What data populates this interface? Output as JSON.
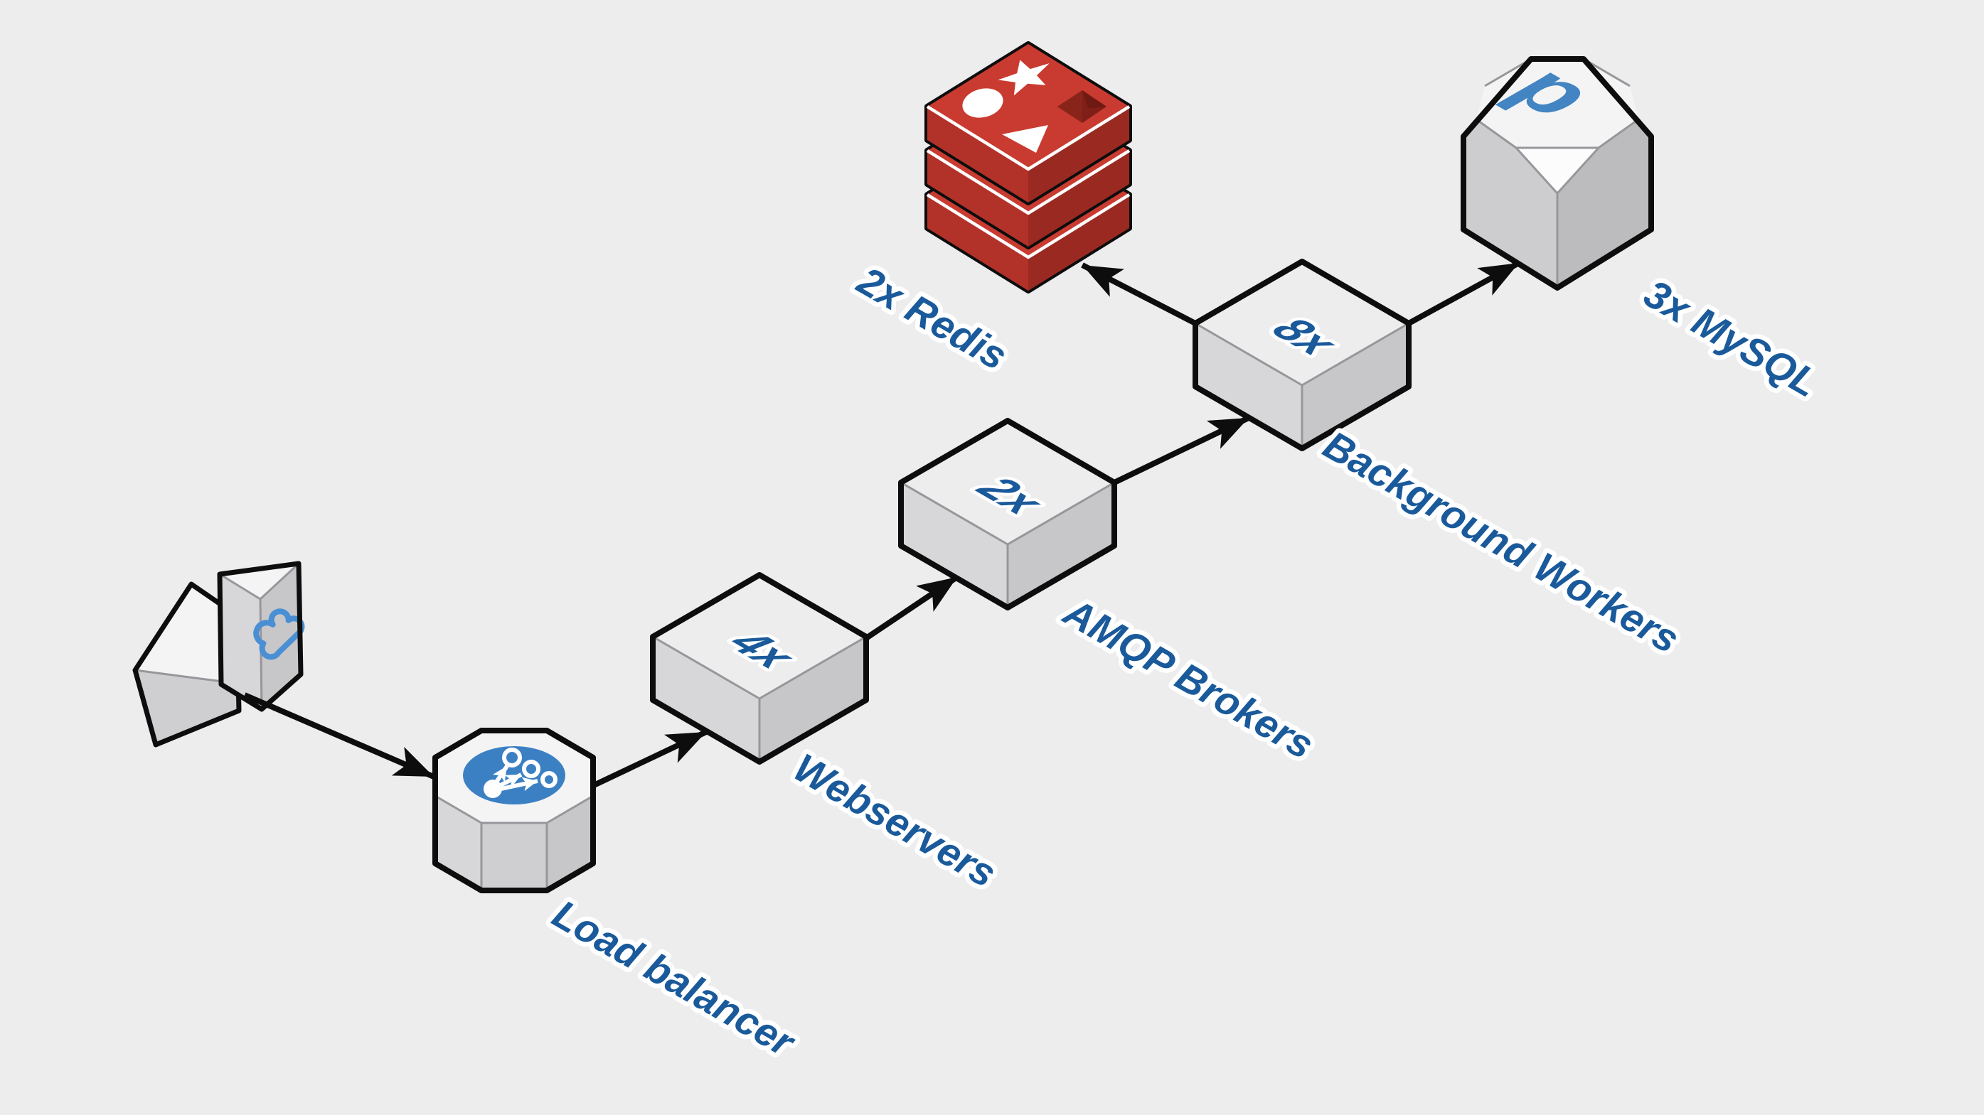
{
  "diagram": {
    "type": "isometric-architecture",
    "nodes": [
      {
        "id": "internet",
        "icon": "cloud-icon",
        "label": "",
        "count": ""
      },
      {
        "id": "load-balancer",
        "icon": "network-fanout-icon",
        "label": "Load balancer",
        "count": ""
      },
      {
        "id": "webservers",
        "icon": "cube",
        "label": "Webservers",
        "count": "4x"
      },
      {
        "id": "amqp-brokers",
        "icon": "cube",
        "label": "AMQP Brokers",
        "count": "2x"
      },
      {
        "id": "background-workers",
        "icon": "cube",
        "label": "Background Workers",
        "count": "8x"
      },
      {
        "id": "redis",
        "icon": "redis-stack-icon",
        "label": "2x Redis",
        "count": ""
      },
      {
        "id": "mysql",
        "icon": "percona-p-icon",
        "label": "3x MySQL",
        "count": ""
      }
    ],
    "edges": [
      {
        "from": "internet",
        "to": "load-balancer"
      },
      {
        "from": "load-balancer",
        "to": "webservers"
      },
      {
        "from": "webservers",
        "to": "amqp-brokers"
      },
      {
        "from": "amqp-brokers",
        "to": "background-workers"
      },
      {
        "from": "background-workers",
        "to": "redis"
      },
      {
        "from": "background-workers",
        "to": "mysql"
      }
    ]
  },
  "colors": {
    "background": "#ededee",
    "label_blue": "#1a5a9b",
    "icon_blue": "#3c80c4",
    "cloud_blue": "#4a8fd3",
    "percona_blue": "#4285c2",
    "redis_red_top": "#c93b30",
    "redis_red_left": "#b23229",
    "redis_red_right": "#9a2a21",
    "redis_red_hole": "#801f17",
    "outline_black": "#0d0d0d"
  }
}
